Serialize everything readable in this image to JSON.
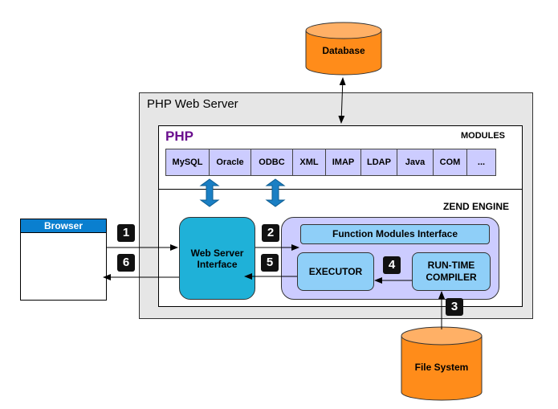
{
  "server": {
    "title": "PHP Web Server"
  },
  "php": {
    "label": "PHP",
    "modules_label": "MODULES",
    "modules": [
      "MySQL",
      "Oracle",
      "ODBC",
      "XML",
      "IMAP",
      "LDAP",
      "Java",
      "COM",
      "..."
    ]
  },
  "zend": {
    "label": "ZEND ENGINE",
    "function_modules": "Function Modules Interface",
    "executor": "EXECUTOR",
    "compiler_line1": "RUN-TIME",
    "compiler_line2": "COMPILER"
  },
  "web_server_interface": {
    "line1": "Web Server",
    "line2": "Interface"
  },
  "browser": {
    "title": "Browser"
  },
  "database": {
    "label": "Database"
  },
  "file_system": {
    "label": "File System"
  },
  "steps": [
    "1",
    "2",
    "3",
    "4",
    "5",
    "6"
  ],
  "colors": {
    "php_purple": "#6a0f8e",
    "cylinder_orange": "#ff8c1a",
    "browser_blue": "#0a7fcf",
    "wsi_teal": "#1fb1d8",
    "zend_lavender": "#ccccff",
    "inner_blue": "#8fcff8"
  }
}
